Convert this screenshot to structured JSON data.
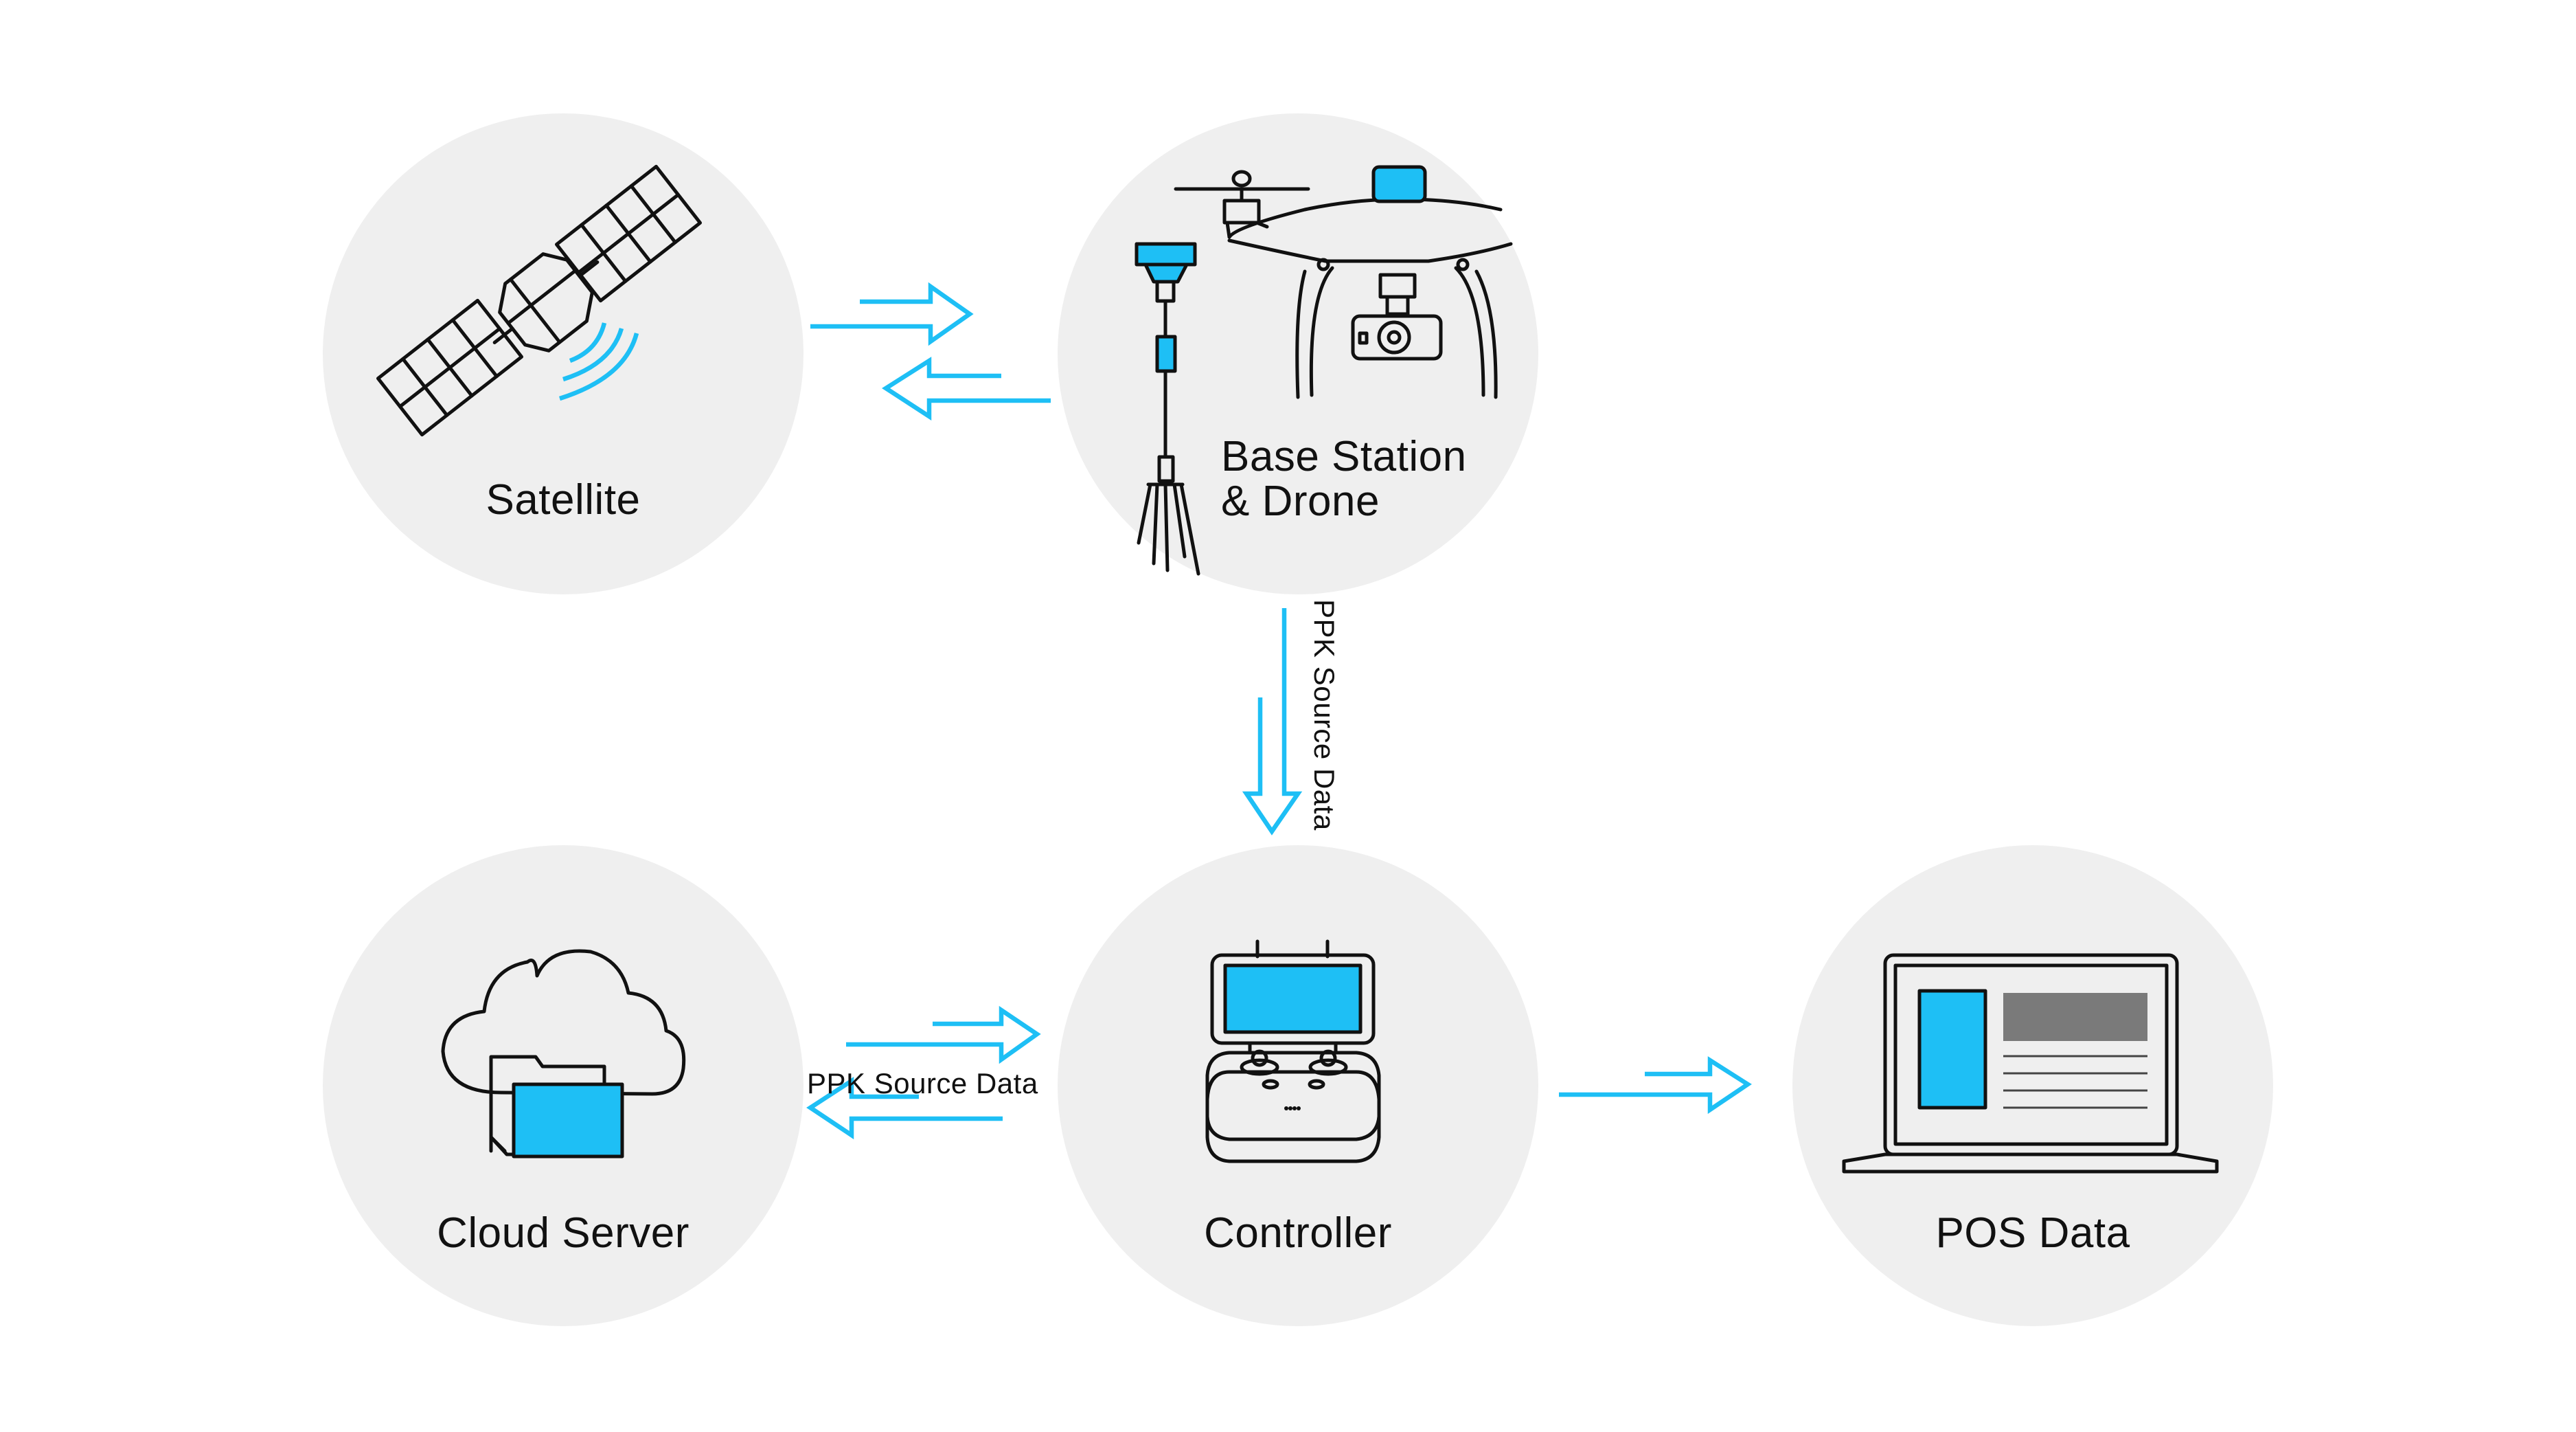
{
  "colors": {
    "accent": "#1EBFF5",
    "circle": "#EFEFEF",
    "line": "#111111",
    "gray_block": "#7A7A7A"
  },
  "nodes": {
    "satellite": {
      "label": "Satellite",
      "icon": "satellite-icon"
    },
    "base_station_drone": {
      "label_line1": "Base Station",
      "label_line2": "& Drone",
      "icon": "base-station-drone-icon"
    },
    "cloud_server": {
      "label": "Cloud Server",
      "icon": "cloud-folder-icon"
    },
    "controller": {
      "label": "Controller",
      "icon": "remote-controller-icon"
    },
    "pos_data": {
      "label": "POS Data",
      "icon": "laptop-icon"
    }
  },
  "edges": {
    "base_to_controller": {
      "label": "PPK Source Data"
    },
    "cloud_controller": {
      "label": "PPK Source Data"
    }
  }
}
